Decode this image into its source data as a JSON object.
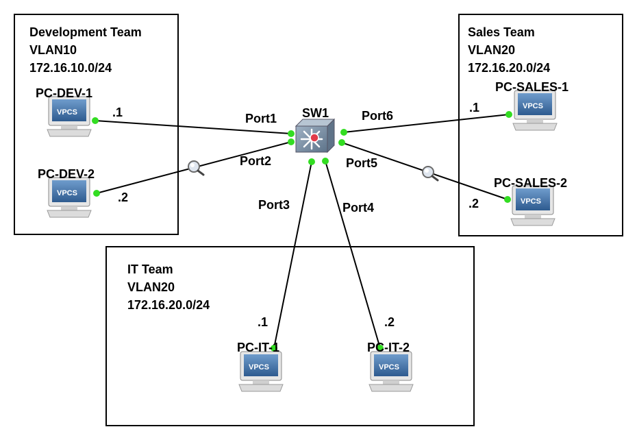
{
  "zones": {
    "dev": {
      "title": "Development Team",
      "vlan": "VLAN10",
      "subnet": "172.16.10.0/24"
    },
    "sales": {
      "title": "Sales Team",
      "vlan": "VLAN20",
      "subnet": "172.16.20.0/24"
    },
    "it": {
      "title": "IT Team",
      "vlan": "VLAN20",
      "subnet": "172.16.20.0/24"
    }
  },
  "switch": {
    "name": "SW1"
  },
  "nodes": {
    "pc_dev_1": {
      "name": "PC-DEV-1",
      "badge": "VPCS",
      "addr": ".1"
    },
    "pc_dev_2": {
      "name": "PC-DEV-2",
      "badge": "VPCS",
      "addr": ".2"
    },
    "pc_sales_1": {
      "name": "PC-SALES-1",
      "badge": "VPCS",
      "addr": ".1"
    },
    "pc_sales_2": {
      "name": "PC-SALES-2",
      "badge": "VPCS",
      "addr": ".2"
    },
    "pc_it_1": {
      "name": "PC-IT-1",
      "badge": "VPCS",
      "addr": ".1"
    },
    "pc_it_2": {
      "name": "PC-IT-2",
      "badge": "VPCS",
      "addr": ".2"
    }
  },
  "ports": {
    "p1": "Port1",
    "p2": "Port2",
    "p3": "Port3",
    "p4": "Port4",
    "p5": "Port5",
    "p6": "Port6"
  },
  "colors": {
    "link_up": "#33dd22",
    "vpcs_screen": "#3d6fa6",
    "switch_body": "#7f93a8"
  },
  "icons": {
    "capture": "magnifier-icon",
    "switch": "multilayer-switch-icon",
    "pc": "vpcs-computer-icon"
  }
}
